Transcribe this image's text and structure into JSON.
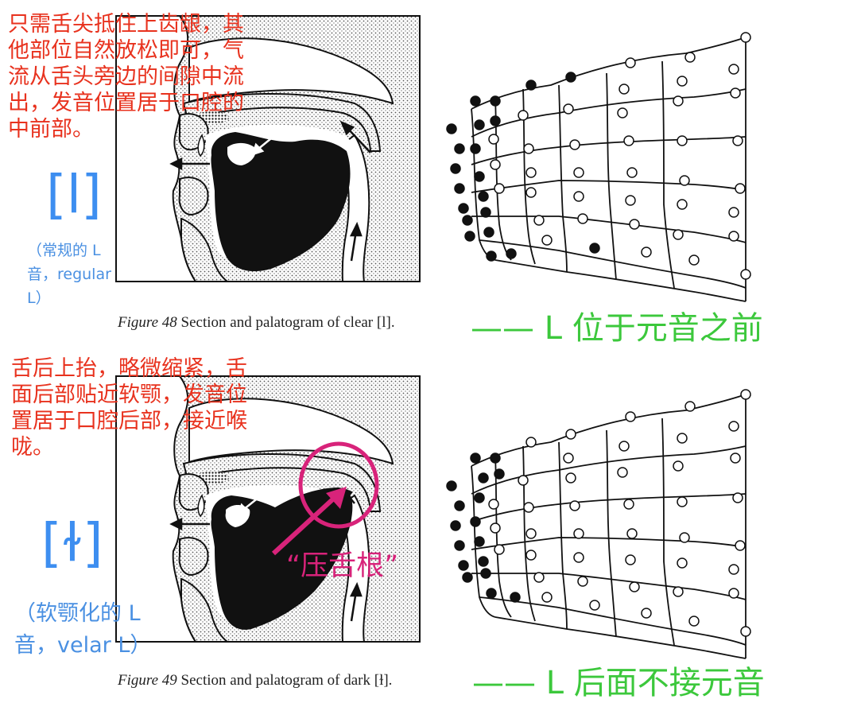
{
  "colors": {
    "note_red": "#e8321e",
    "ipa_blue": "#3d8ef0",
    "green_label": "#3cc83c",
    "highlight_pink": "#d8237a"
  },
  "top": {
    "note": "只需舌尖抵住上齿龈，其\n他部位自然放松即可，气\n流从舌头旁边的间隙中流\n出，发音位置居于口腔的\n中前部。",
    "ipa": "[l]",
    "desc": "（常规的 L\n音，regular\nL）",
    "caption_fig": "Figure 48",
    "caption_text": " Section and palatogram of clear [l].",
    "green": "—— L 位于元音之前"
  },
  "bottom": {
    "note": "舌后上抬，略微缩紧，舌\n面后部贴近软颚，发音位\n置居于口腔后部，接近喉\n咙。",
    "ipa": "[ɫ]",
    "desc": "（软颚化的 L\n音，velar L）",
    "caption_fig": "Figure 49",
    "caption_text": " Section and palatogram of dark [ɫ].",
    "green": "—— L 后面不接元音",
    "tongue_root_label": "“压舌根”"
  }
}
